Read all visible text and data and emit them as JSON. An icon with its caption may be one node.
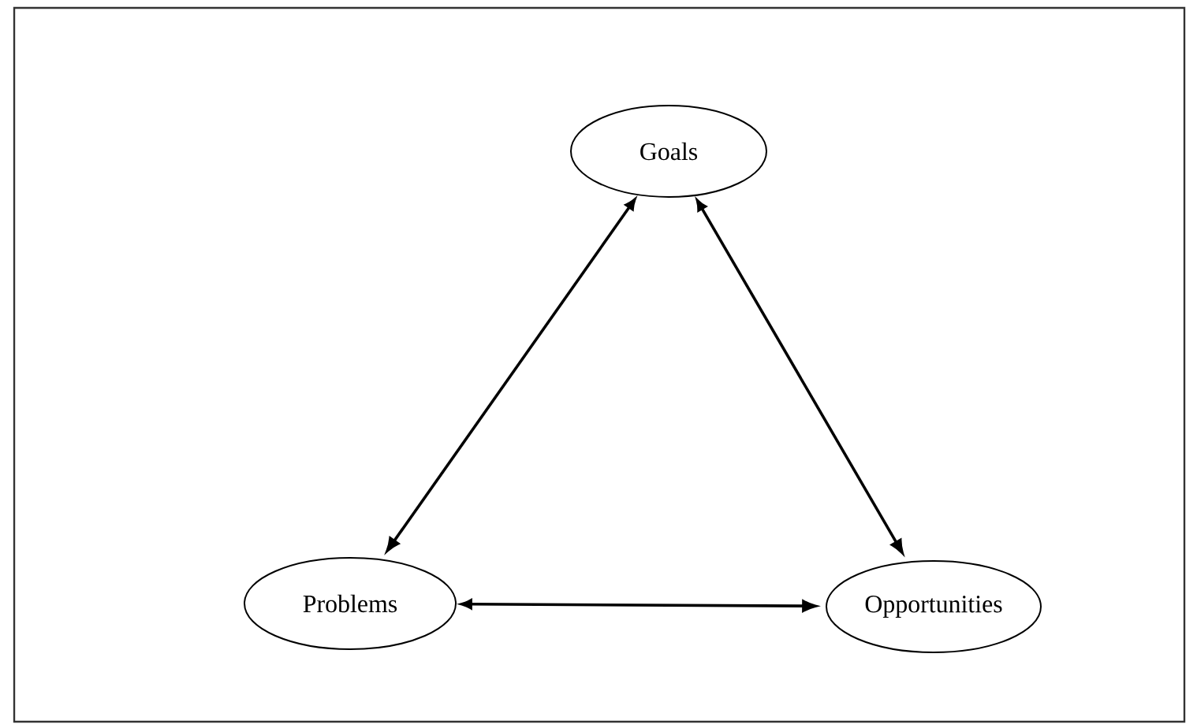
{
  "diagram": {
    "nodes": [
      {
        "text": [
          "Goals"
        ]
      },
      {
        "text": [
          "Problems"
        ]
      },
      {
        "text": [
          "Opportunities"
        ]
      }
    ],
    "edges": [
      {
        "from": 0,
        "to": 1,
        "arrow": "both"
      },
      {
        "from": 0,
        "to": 2,
        "arrow": "both"
      },
      {
        "from": 1,
        "to": 2,
        "arrow": "both"
      }
    ]
  }
}
